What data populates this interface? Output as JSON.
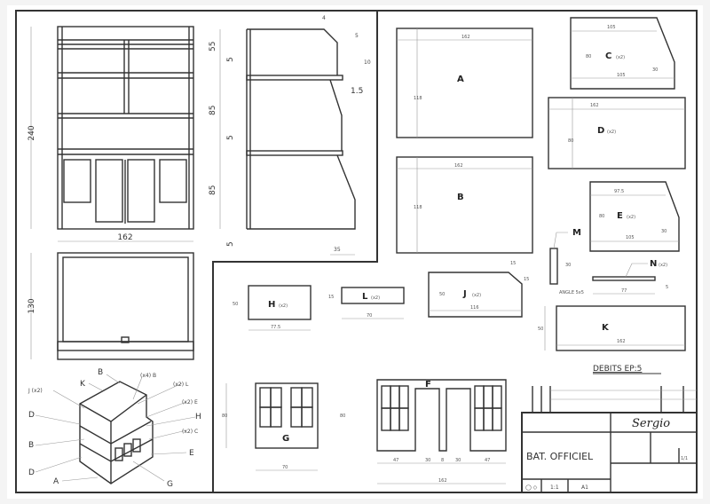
{
  "sheet": {
    "title_heading": "DEBITS EP:5",
    "author": "Sergio",
    "drawing_title": "BAT. OFFICIEL",
    "scale": "1:1",
    "format": "A1",
    "scale_box": "1/1"
  },
  "front_view": {
    "height": "240",
    "width": "162"
  },
  "lower_view": {
    "height": "130"
  },
  "side_view": {
    "dims_left": [
      "55",
      "5",
      "85",
      "5",
      "85",
      "5"
    ],
    "dim_top": "4",
    "dim_notch": "5",
    "dim_notch_h": "10",
    "dim_step": "1.5",
    "dim_bottom": "35"
  },
  "pieces": {
    "A": {
      "label": "A",
      "w": "162",
      "h": "118"
    },
    "B": {
      "label": "B",
      "w": "162",
      "h": "118"
    },
    "C": {
      "label": "C",
      "qty": "(x2)",
      "w_top": "105",
      "w_bot": "105",
      "h": "80",
      "h_small": "30"
    },
    "D": {
      "label": "D",
      "qty": "(x2)",
      "w": "162",
      "h": "80"
    },
    "E": {
      "label": "E",
      "qty": "(x2)",
      "w_top": "97.5",
      "w_bot": "105",
      "h": "80",
      "h_small": "30"
    },
    "M": {
      "label": "M",
      "h": "30",
      "note": "ANGLE 5x5"
    },
    "N": {
      "label": "N",
      "qty": "(x2)",
      "w": "77",
      "h": "5"
    },
    "K": {
      "label": "K",
      "w": "162",
      "h": "50"
    },
    "H": {
      "label": "H",
      "qty": "(x2)",
      "w": "77.5",
      "h": "50"
    },
    "L": {
      "label": "L",
      "qty": "(x2)",
      "w": "70",
      "h": "15"
    },
    "J": {
      "label": "J",
      "qty": "(x2)",
      "w": "116",
      "h": "50",
      "c1": "15",
      "c2": "15"
    },
    "G": {
      "label": "G",
      "w": "70",
      "h": "80"
    },
    "F": {
      "label": "F",
      "w": "162",
      "h": "80",
      "segments": [
        "47",
        "30",
        "8",
        "30",
        "47"
      ]
    }
  },
  "iso_callouts": {
    "left": [
      "J (x2)",
      "D",
      "B",
      "D",
      "A"
    ],
    "top": [
      "B",
      "K"
    ],
    "right": [
      "(x4) B",
      "(x2) L",
      "(x2) E",
      "H",
      "(x2) C",
      "E",
      "G"
    ]
  }
}
